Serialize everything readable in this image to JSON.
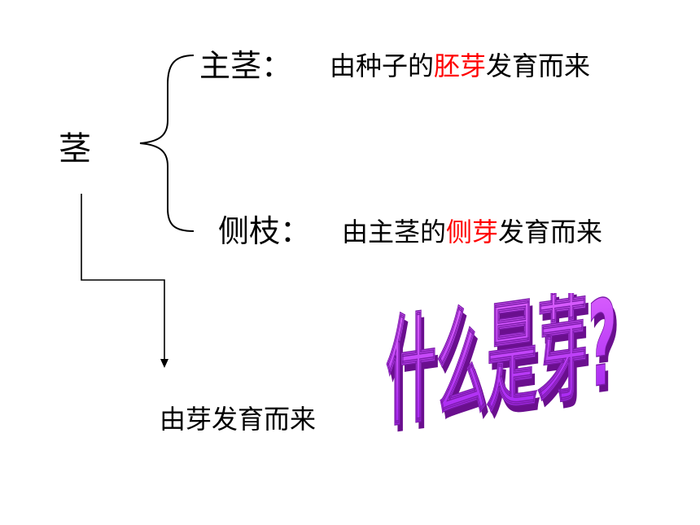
{
  "diagram": {
    "root": "茎",
    "main_stem": {
      "label": "主茎：",
      "desc_prefix": "由种子的",
      "desc_highlight": "胚芽",
      "desc_suffix": "发育而来"
    },
    "side_branch": {
      "label": "侧枝：",
      "desc_prefix": "由主茎的",
      "desc_highlight": "侧芽",
      "desc_suffix": "发育而来"
    },
    "bottom_text": "由芽发育而来",
    "question": "什么是芽?"
  },
  "colors": {
    "highlight": "#ff0000",
    "wordart_fill": "#cc33ff",
    "wordart_shadow": "#6a0f8e"
  }
}
